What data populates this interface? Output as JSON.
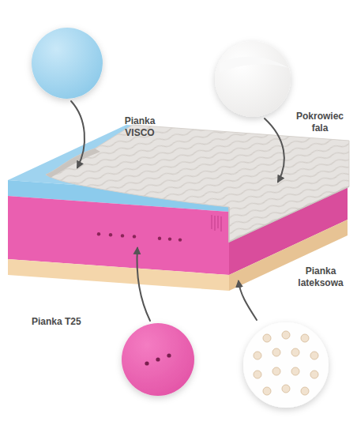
{
  "diagram": {
    "labels": [
      "Pianka VISCO",
      "Pokrowiec fala",
      "Pianka lateksowa",
      "Pianka T25"
    ]
  }
}
